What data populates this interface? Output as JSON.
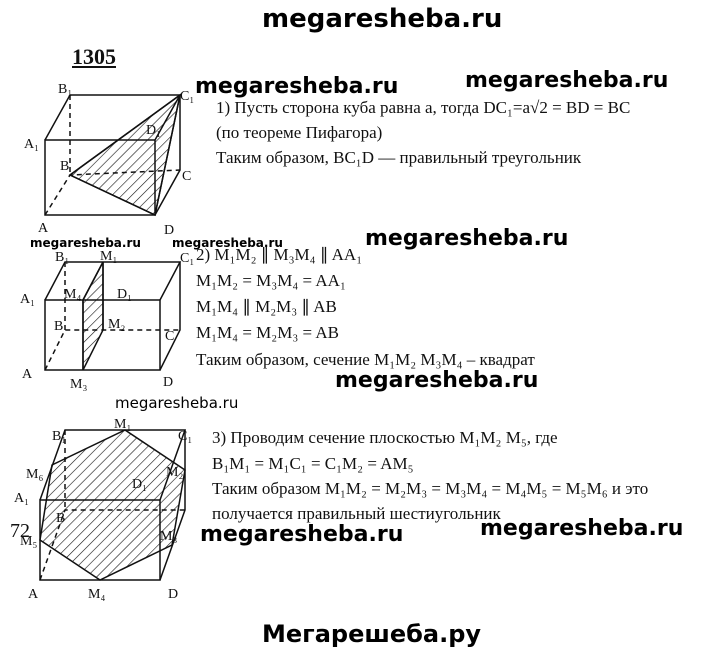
{
  "header": {
    "site": "megaresheba.ru"
  },
  "footer": {
    "site": "Мегарешеба.ру"
  },
  "problem_number": "1305",
  "watermarks": [
    "megaresheba.ru",
    "megaresheba.ru",
    "megaresheba.ru",
    "megaresheba.ru",
    "megaresheba.ru",
    "megaresheba.ru",
    "megaresheba.ru",
    "megaresheba.ru",
    "megaresheba.ru"
  ],
  "page_fragment": "72",
  "part1": {
    "lines": [
      "1) Пусть сторона куба равна a, тогда DC₁=a√2 = BD = BC",
      "(по теореме Пифагора)",
      "Таким образом, BC₁D — правильный треугольник"
    ],
    "labels": {
      "B1": "B₁",
      "C1": "C₁",
      "A1": "A₁",
      "D1": "D₁",
      "B": "B",
      "C": "C",
      "A": "A",
      "D": "D"
    }
  },
  "part2": {
    "lines": [
      "2) M₁M₂ ∥ M₃M₄ ∥ AA₁",
      "M₁M₂ = M₃M₄ = AA₁",
      "M₁M₄ ∥ M₂M₃ ∥ AB",
      "M₁M₄ =  M₂M₃  =  AB",
      "Таким образом, сечение M₁M₂ M₃M₄  – квадрат"
    ],
    "labels": {
      "B1": "B₁",
      "M1": "M₁",
      "C1": "C₁",
      "A1": "A₁",
      "M4": "M₄",
      "D1": "D₁",
      "B": "B",
      "M2": "M₂",
      "C": "C",
      "A": "A",
      "M3": "M₃",
      "D": "D"
    }
  },
  "part3": {
    "lines": [
      "3) Проводим сечение плоскостью M₁M₂ M₅, где",
      "B₁M₁ = M₁C₁ = C₁M₂ = AM₅",
      "Таким образом M₁M₂ = M₂M₃ = M₃M₄ = M₄M₅ = M₅M₆ и это",
      "получается правильный шестиугольник"
    ],
    "labels": {
      "B1": "B₁",
      "M1": "M₁",
      "C1": "C₁",
      "M6": "M₆",
      "M2": "M₂",
      "A1": "A₁",
      "D1": "D₁",
      "B": "B",
      "M3": "M₃",
      "M5": "M₅",
      "A": "A",
      "M4": "M₄",
      "D": "D"
    }
  }
}
